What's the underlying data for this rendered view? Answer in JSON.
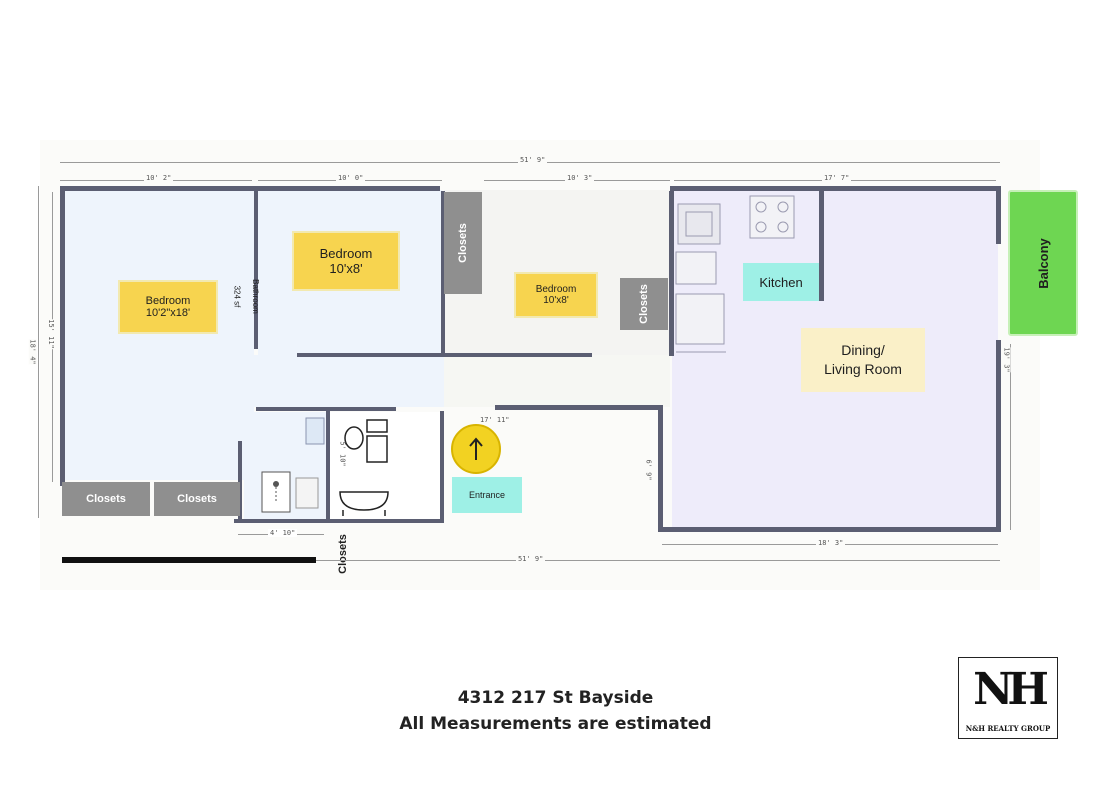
{
  "rooms": {
    "bedroom_large": {
      "name": "Bedroom",
      "size": "10'2\"x18'"
    },
    "bedroom_mid": {
      "name": "Bedroom",
      "size": "10'x8'"
    },
    "bedroom_small": {
      "name": "Bedroom",
      "size": "10'x8'"
    },
    "kitchen": "Kitchen",
    "dining": {
      "line1": "Dining/",
      "line2": "Living Room"
    },
    "balcony": "Balcony",
    "entrance": "Entrance",
    "bathroom_label": "Bathroom",
    "bathroom_area": "324 sf"
  },
  "closets": {
    "left": "Closets",
    "mid": "Closets",
    "top": "Closets",
    "center": "Closets",
    "bottom": "Closets"
  },
  "dimensions": {
    "overall_top": "51' 9\"",
    "seg1": "10' 2\"",
    "seg2": "10' 0\"",
    "seg3": "10' 3\"",
    "seg4": "17' 7\"",
    "left_outer": "18' 4\"",
    "left_inner": "15' 11\"",
    "right": "19' 3\"",
    "hall": "17' 11\"",
    "entry_side": "6' 9\"",
    "bath_bottom": "4' 10\"",
    "bath_small": "5' 10\"",
    "living_bottom": "18' 3\"",
    "overall_bottom": "51' 9\""
  },
  "footer": {
    "address": "4312 217 St Bayside",
    "note": "All Measurements are estimated"
  },
  "logo": {
    "monogram": "NH",
    "text": "N&H REALTY GROUP"
  },
  "colors": {
    "bedroom_fill": "#eef4fc",
    "living_fill": "#eeecfa",
    "wall": "#5b5e72",
    "label_yellow": "#f7d44f",
    "label_cyan": "#9ef0e6",
    "label_beige": "#faf0c8",
    "balcony_green": "#6ed652",
    "closet_gray": "#8f8f8f"
  }
}
